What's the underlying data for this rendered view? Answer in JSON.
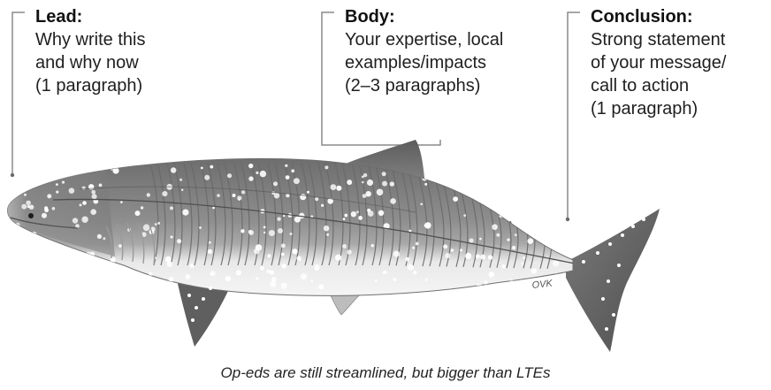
{
  "sections": {
    "lead": {
      "title": "Lead:",
      "lines": [
        "Why write this",
        "and why now",
        "(1 paragraph)"
      ]
    },
    "body": {
      "title": "Body:",
      "lines": [
        "Your expertise, local",
        "examples/impacts",
        "(2–3 paragraphs)"
      ]
    },
    "conclusion": {
      "title": "Conclusion:",
      "lines": [
        "Strong statement",
        "of your message/",
        "call to action",
        "(1 paragraph)"
      ]
    }
  },
  "artist_signature": "OVK",
  "caption": "Op-eds are still streamlined, but bigger than LTEs",
  "colors": {
    "shark_dark": "#5b5b5b",
    "shark_mid": "#8c8c8c",
    "belly": "#f2f2f2",
    "spots": "#ffffff",
    "lines": "#8a8a8a"
  }
}
